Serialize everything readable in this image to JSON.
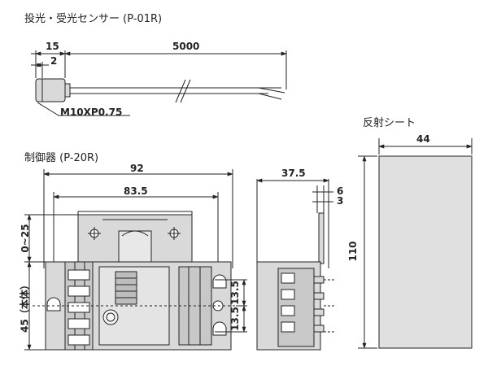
{
  "sensor": {
    "title": "投光・受光センサー (P-01R)",
    "dims": {
      "total": "15",
      "tip": "2",
      "cable": "5000"
    },
    "thread_label": "M10XP0.75"
  },
  "controller": {
    "title": "制御器 (P-20R)",
    "front": {
      "width": "92",
      "pitch": "83.5",
      "top_range": "0~25",
      "body_height": "45（本体）",
      "pitch_top": "13.5",
      "pitch_bottom": "13.5"
    },
    "side": {
      "depth": "37.5",
      "bracket": "6",
      "thickness": "3"
    }
  },
  "reflector": {
    "title": "反射シート",
    "width": "44",
    "height": "110"
  }
}
